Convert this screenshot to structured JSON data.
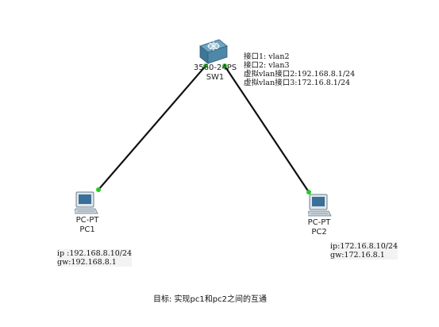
{
  "topology": {
    "switch": {
      "model": "3560-24PS",
      "name": "SW1",
      "icon": "multilayer-switch-icon"
    },
    "pc1": {
      "model": "PC-PT",
      "name": "PC1",
      "icon": "pc-icon"
    },
    "pc2": {
      "model": "PC-PT",
      "name": "PC2",
      "icon": "pc-icon"
    },
    "link_color": "#111111",
    "port_color": "#22cc22"
  },
  "notes": {
    "switch": [
      "接口1: vlan2",
      "接口2: vlan3",
      "虚拟vlan接口2:192.168.8.1/24",
      "虚拟vlan接口3:172.16.8.1/24"
    ],
    "pc1": [
      "ip :192.168.8.10/24",
      "gw:192.168.8.1"
    ],
    "pc2": [
      "ip:172.16.8.10/24",
      "gw:172.16.8.1"
    ]
  },
  "goal": "目标: 实现pc1和pc2之间的互通"
}
